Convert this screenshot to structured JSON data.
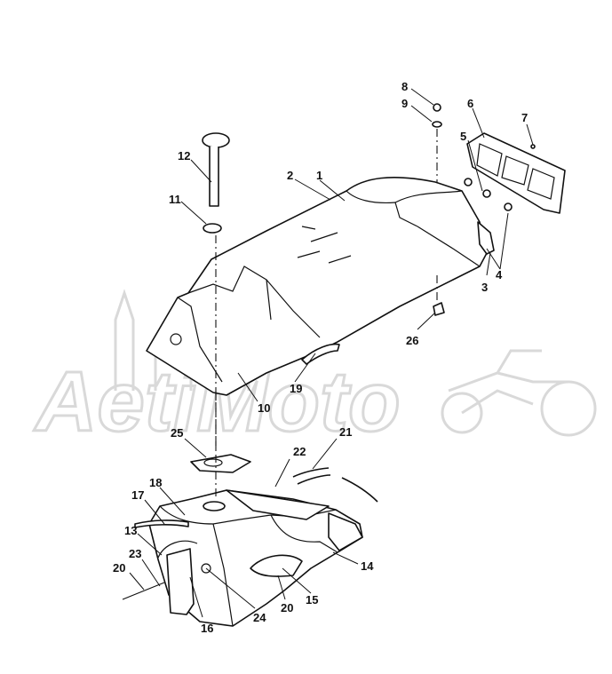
{
  "watermark": {
    "text": "AetiMoto",
    "color": "#d9d9d9"
  },
  "callouts": [
    {
      "id": "c1",
      "label": "1"
    },
    {
      "id": "c2",
      "label": "2"
    },
    {
      "id": "c3",
      "label": "3"
    },
    {
      "id": "c4",
      "label": "4"
    },
    {
      "id": "c5",
      "label": "5"
    },
    {
      "id": "c6",
      "label": "6"
    },
    {
      "id": "c7",
      "label": "7"
    },
    {
      "id": "c8",
      "label": "8"
    },
    {
      "id": "c9",
      "label": "9"
    },
    {
      "id": "c10",
      "label": "10"
    },
    {
      "id": "c11",
      "label": "11"
    },
    {
      "id": "c12",
      "label": "12"
    },
    {
      "id": "c13",
      "label": "13"
    },
    {
      "id": "c14",
      "label": "14"
    },
    {
      "id": "c15",
      "label": "15"
    },
    {
      "id": "c16",
      "label": "16"
    },
    {
      "id": "c17",
      "label": "17"
    },
    {
      "id": "c18",
      "label": "18"
    },
    {
      "id": "c19",
      "label": "19"
    },
    {
      "id": "c20a",
      "label": "20"
    },
    {
      "id": "c20b",
      "label": "20"
    },
    {
      "id": "c21",
      "label": "21"
    },
    {
      "id": "c22",
      "label": "22"
    },
    {
      "id": "c23",
      "label": "23"
    },
    {
      "id": "c24",
      "label": "24"
    },
    {
      "id": "c25",
      "label": "25"
    },
    {
      "id": "c26",
      "label": "26"
    }
  ]
}
